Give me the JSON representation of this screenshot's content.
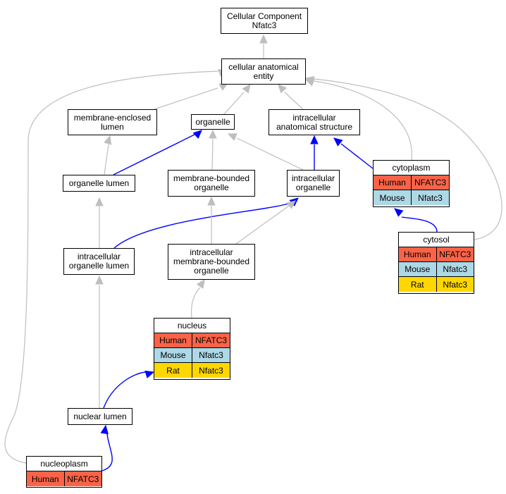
{
  "nodes": {
    "cellular_component": "Cellular Component\nNfatc3",
    "cellular_anatomical_entity": "cellular anatomical\nentity",
    "membrane_enclosed_lumen": "membrane-enclosed\nlumen",
    "organelle": "organelle",
    "intracellular_anatomical_structure": "intracellular\nanatomical structure",
    "organelle_lumen": "organelle lumen",
    "membrane_bounded_organelle": "membrane-bounded\norganelle",
    "intracellular_organelle": "intracellular\norganelle",
    "intracellular_organelle_lumen": "intracellular\norganelle lumen",
    "intracellular_membrane_bounded_organelle": "intracellular\nmembrane-bounded\norganelle",
    "nuclear_lumen": "nuclear lumen"
  },
  "gene_nodes": {
    "cytoplasm": {
      "title": "cytoplasm",
      "rows": [
        [
          "Human",
          "NFATC3"
        ],
        [
          "Mouse",
          "Nfatc3"
        ]
      ]
    },
    "cytosol": {
      "title": "cytosol",
      "rows": [
        [
          "Human",
          "NFATC3"
        ],
        [
          "Mouse",
          "Nfatc3"
        ],
        [
          "Rat",
          "Nfatc3"
        ]
      ]
    },
    "nucleus": {
      "title": "nucleus",
      "rows": [
        [
          "Human",
          "NFATC3"
        ],
        [
          "Mouse",
          "Nfatc3"
        ],
        [
          "Rat",
          "Nfatc3"
        ]
      ]
    },
    "nucleoplasm": {
      "title": "nucleoplasm",
      "rows": [
        [
          "Human",
          "NFATC3"
        ]
      ]
    }
  },
  "species_colors": {
    "Human": "#fa6348",
    "Mouse": "#add8e6",
    "Rat": "#ffd700"
  },
  "edge_colors": {
    "is_a": "#bebebe",
    "part_of": "#0000ff"
  }
}
